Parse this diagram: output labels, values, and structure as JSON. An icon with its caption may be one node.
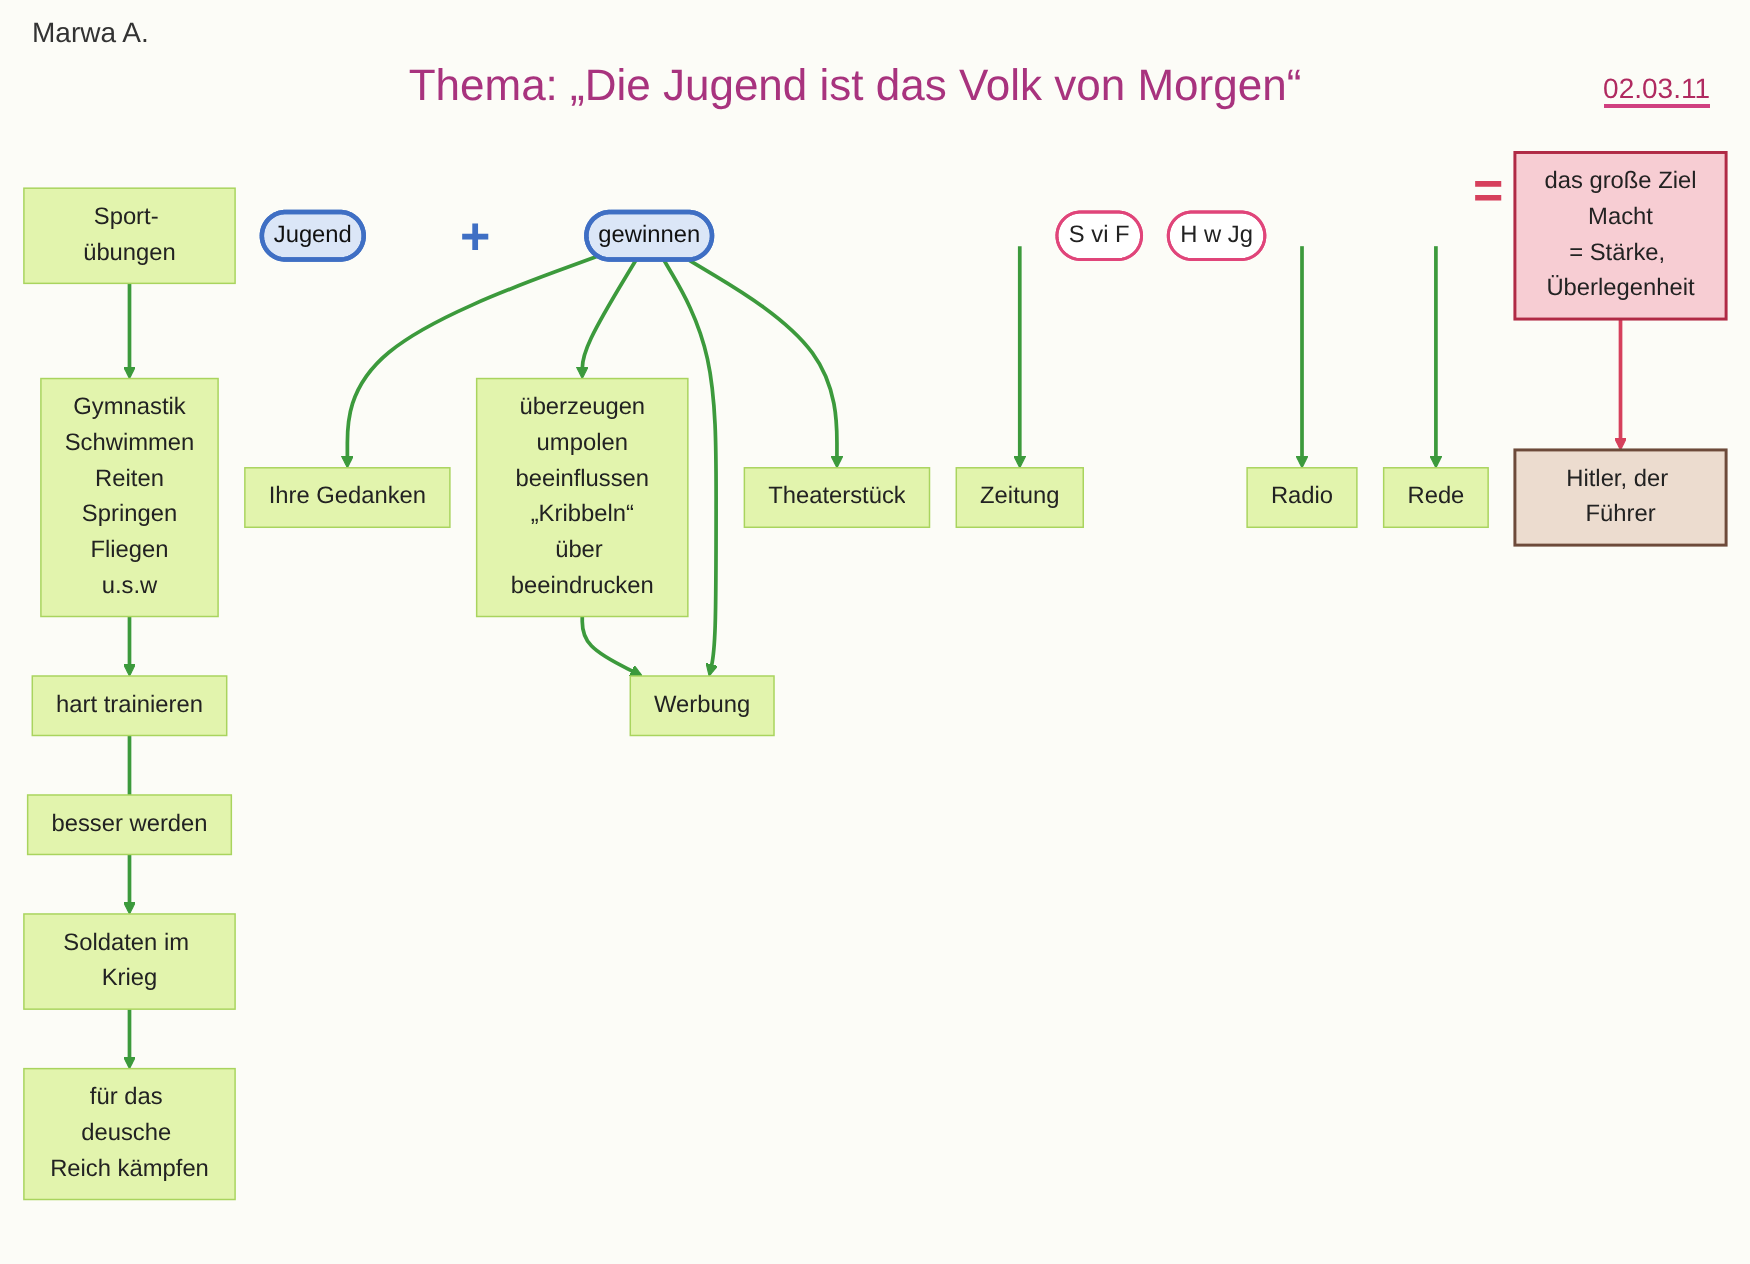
{
  "diagram": {
    "title": "Thema: „Die Jugend ist das Volk von Morgen“",
    "nodes": [
      {
        "text": [
          "Sport- übungen"
        ]
      },
      {
        "text": [
          "Gymnastik",
          "Schwimmen",
          "Reiten",
          "Springen",
          "Fliegen",
          "u.s.w"
        ]
      },
      {
        "text": [
          "hart trainieren"
        ]
      },
      {
        "text": [
          "besser werden"
        ]
      },
      {
        "text": [
          "Soldaten im Krieg"
        ]
      },
      {
        "text": [
          "für das deusche Reich kämpfen"
        ]
      },
      {
        "text": [
          "Jugend"
        ]
      },
      {
        "text": [
          "gewinnen"
        ]
      },
      {
        "text": [
          "Ihre Gedanken"
        ]
      },
      {
        "text": [
          "überzeugen",
          "umpolen",
          "beeinflussen",
          "„Kribbeln“",
          "über beeindrucken"
        ]
      },
      {
        "text": [
          "Werbung"
        ]
      },
      {
        "text": [
          "Theaterstück"
        ]
      },
      {
        "text": [
          "Zeitung"
        ]
      },
      {
        "text": [
          "Radio"
        ]
      },
      {
        "text": [
          "Rede"
        ]
      },
      {
        "text": [
          "das große Ziel",
          "Macht",
          "= Stärke, Überlegenheit"
        ]
      },
      {
        "text": [
          "Hitler, der Führer"
        ]
      },
      {
        "text": [
          "S vi F"
        ]
      },
      {
        "text": [
          "H w Jg"
        ]
      }
    ],
    "edges": [
      {
        "from": 0,
        "to": 1,
        "arrow": "to"
      },
      {
        "from": 1,
        "to": 2,
        "arrow": "to"
      },
      {
        "from": 2,
        "to": 3,
        "arrow": "none"
      },
      {
        "from": 3,
        "to": 4,
        "arrow": "to"
      },
      {
        "from": 4,
        "to": 5,
        "arrow": "to"
      },
      {
        "from": 7,
        "to": 8,
        "arrow": "to"
      },
      {
        "from": 7,
        "to": 9,
        "arrow": "to"
      },
      {
        "from": 7,
        "to": 10,
        "arrow": "to"
      },
      {
        "from": 7,
        "to": 11,
        "arrow": "to"
      },
      {
        "from": 9,
        "to": 10,
        "arrow": "to"
      },
      {
        "from": null,
        "to": 12,
        "arrow": "to"
      },
      {
        "from": null,
        "to": 13,
        "arrow": "to"
      },
      {
        "from": null,
        "to": 14,
        "arrow": "to"
      },
      {
        "from": 15,
        "to": 16,
        "arrow": "to",
        "color": "#d6405c"
      }
    ],
    "labels": [
      "Marwa A.",
      "02.03.11",
      "+",
      "="
    ]
  }
}
